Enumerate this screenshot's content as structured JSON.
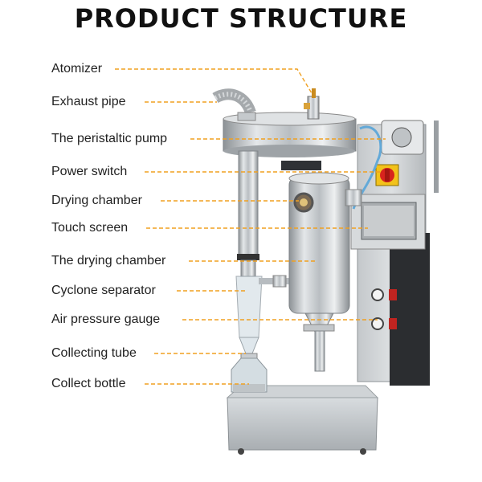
{
  "title": "PRODUCT STRUCTURE",
  "accent_color": "#f0a020",
  "labels": [
    "Atomizer",
    "Exhaust pipe",
    "The peristaltic pump",
    "Power switch",
    "Drying chamber",
    "Touch screen",
    "The drying chamber",
    "Cyclone separator",
    "Air pressure gauge",
    "Collecting tube",
    "Collect bottle"
  ]
}
